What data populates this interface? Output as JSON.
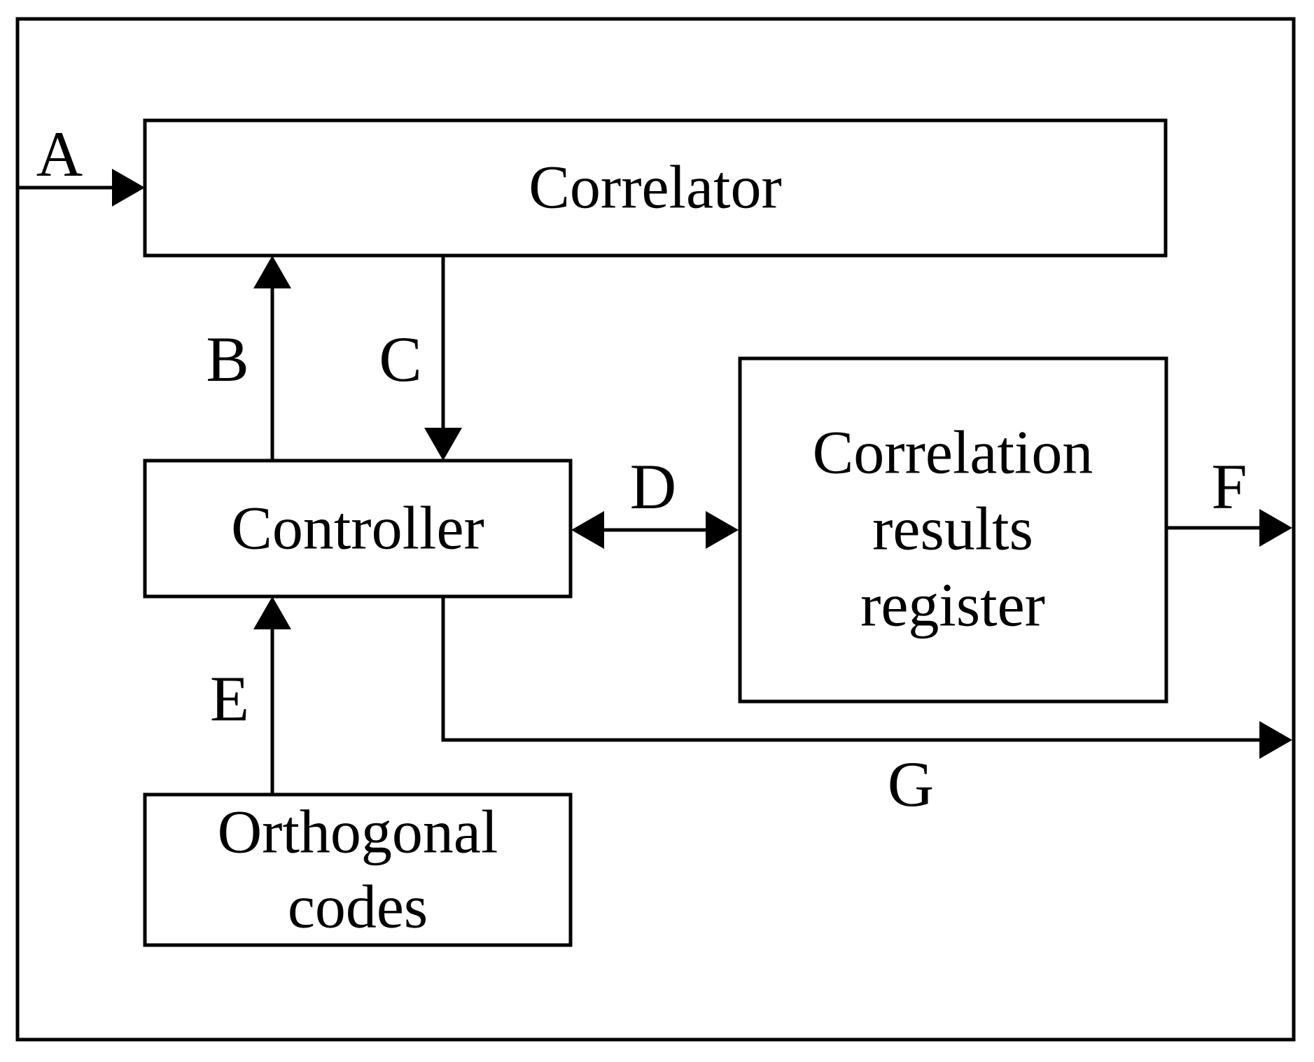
{
  "colors": {
    "background": "#ffffff",
    "line": "#000000",
    "text": "#000000"
  },
  "blocks": {
    "correlator": {
      "label": "Correlator"
    },
    "controller": {
      "label": "Controller"
    },
    "register": {
      "lines": [
        "Correlation",
        "results",
        "register"
      ]
    },
    "orthogonal": {
      "lines": [
        "Orthogonal",
        "codes"
      ]
    }
  },
  "signals": {
    "a": "A",
    "b": "B",
    "c": "C",
    "d": "D",
    "e": "E",
    "f": "F",
    "g": "G"
  }
}
